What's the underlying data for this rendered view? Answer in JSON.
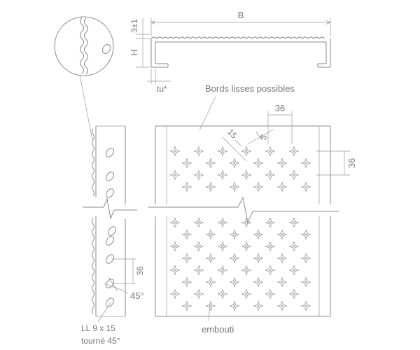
{
  "labels": {
    "width_B": "B",
    "thickness": "3±1",
    "height_H": "H",
    "tu": "tu*",
    "smooth_edges": "Bords lisses possibles",
    "pitch_top": "36",
    "pitch_right": "36",
    "pitch_side": "36",
    "dim_15": "15",
    "dim_5": "5",
    "angle": "45°",
    "slot_size": "LL 9 x 15",
    "slot_rotation": "tourné 45°",
    "embossed": "embouti"
  },
  "colors": {
    "line": "#8a8a8a",
    "text": "#777777",
    "background": "#ffffff"
  }
}
